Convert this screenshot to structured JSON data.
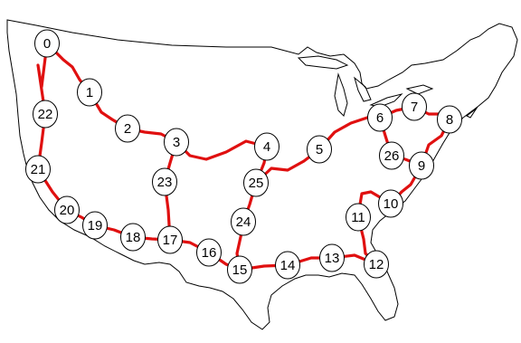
{
  "map": {
    "route_color": "#e01010",
    "outline_color": "#000000",
    "node_fill": "#ffffff",
    "nodes": [
      {
        "label": "0"
      },
      {
        "label": "1"
      },
      {
        "label": "2"
      },
      {
        "label": "3"
      },
      {
        "label": "4"
      },
      {
        "label": "5"
      },
      {
        "label": "6"
      },
      {
        "label": "7"
      },
      {
        "label": "8"
      },
      {
        "label": "9"
      },
      {
        "label": "10"
      },
      {
        "label": "11"
      },
      {
        "label": "12"
      },
      {
        "label": "13"
      },
      {
        "label": "14"
      },
      {
        "label": "15"
      },
      {
        "label": "16"
      },
      {
        "label": "17"
      },
      {
        "label": "18"
      },
      {
        "label": "19"
      },
      {
        "label": "20"
      },
      {
        "label": "21"
      },
      {
        "label": "22"
      },
      {
        "label": "23"
      },
      {
        "label": "24"
      },
      {
        "label": "25"
      },
      {
        "label": "26"
      }
    ],
    "links": [
      [
        "0",
        "1"
      ],
      [
        "1",
        "2"
      ],
      [
        "2",
        "3"
      ],
      [
        "3",
        "4"
      ],
      [
        "4",
        "25"
      ],
      [
        "25",
        "5"
      ],
      [
        "5",
        "6"
      ],
      [
        "6",
        "7"
      ],
      [
        "7",
        "8"
      ],
      [
        "6",
        "26"
      ],
      [
        "26",
        "9"
      ],
      [
        "8",
        "9"
      ],
      [
        "9",
        "10"
      ],
      [
        "10",
        "11"
      ],
      [
        "11",
        "12"
      ],
      [
        "12",
        "13"
      ],
      [
        "13",
        "14"
      ],
      [
        "14",
        "15"
      ],
      [
        "15",
        "16"
      ],
      [
        "15",
        "24"
      ],
      [
        "24",
        "25"
      ],
      [
        "16",
        "17"
      ],
      [
        "17",
        "23"
      ],
      [
        "23",
        "3"
      ],
      [
        "17",
        "18"
      ],
      [
        "18",
        "19"
      ],
      [
        "19",
        "20"
      ],
      [
        "20",
        "21"
      ],
      [
        "21",
        "22"
      ],
      [
        "22",
        "0"
      ]
    ]
  }
}
